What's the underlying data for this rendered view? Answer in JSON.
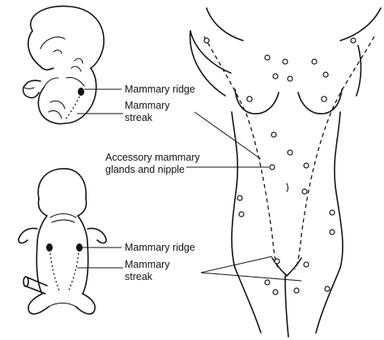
{
  "labels": {
    "embryo_ridge": "Mammary ridge",
    "embryo_streak_1": "Mammary",
    "embryo_streak_2": "streak",
    "accessory_1": "Accessory mammary",
    "accessory_2": "glands and nipple",
    "fetus_ridge": "Mammary ridge",
    "fetus_streak_1": "Mammary",
    "fetus_streak_2": "streak"
  }
}
